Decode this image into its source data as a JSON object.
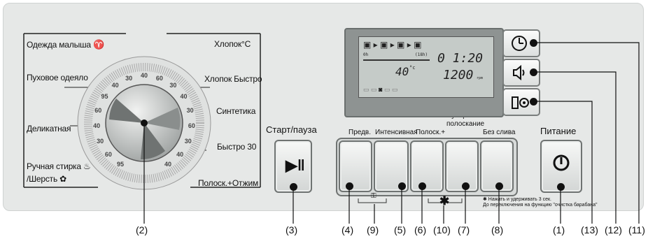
{
  "programs_left": [
    "Одежда малыша",
    "Пуховое одеяло",
    "Деликатная",
    "Ручная стирка",
    "/Шерсть"
  ],
  "programs_right": [
    "Хлопок°C",
    "Хлопок Быстро",
    "Синтетика",
    "Быстро 30",
    "Полоск.+Отжим"
  ],
  "dial_temps": [
    "95",
    "60",
    "30",
    "40",
    "60",
    "95",
    "40",
    "30",
    "40",
    "60",
    "30",
    "40",
    "30",
    "60",
    "30",
    "40",
    "40"
  ],
  "buttons": {
    "start_pause": "Старт/пауза",
    "power": "Питание",
    "prewash": "Предв.",
    "intensive": "Интенсивная",
    "rinse_plus": "Полоск.+",
    "super_rinse_line1": "Супер",
    "super_rinse_line2": "полоскание",
    "no_drain": "Без слива"
  },
  "display": {
    "time": "0 1:20",
    "temp": "40",
    "temp_unit": "°c",
    "spin": "1200",
    "spin_unit": "rpm",
    "small_left": "0h",
    "small_right": "(18h)"
  },
  "note": {
    "line1": "✱ Нажать и удерживать 3 сек.",
    "line2": "До переключения на функцию \"очистка барабана\""
  },
  "asterisk": "✱",
  "refs": [
    "(2)",
    "(3)",
    "(4)",
    "(9)",
    "(5)",
    "(6)",
    "(10)",
    "(7)",
    "(8)",
    "(1)",
    "(13)",
    "(12)",
    "(11)"
  ],
  "colors": {
    "panel": "#e6e8e7",
    "lcd": "#c5cbc8",
    "dot": "#111111"
  }
}
